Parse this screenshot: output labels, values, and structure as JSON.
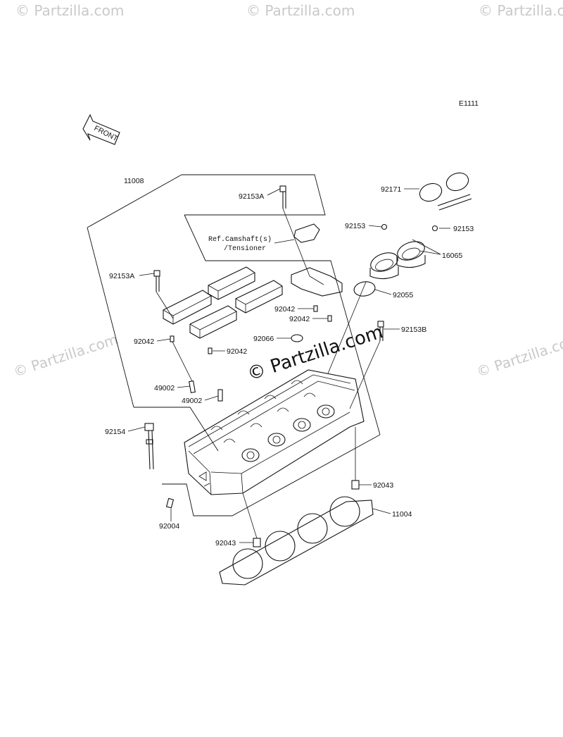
{
  "diagram_code": "E1111",
  "front_arrow_text": "FRONT",
  "watermarks": {
    "corner": "© Partzilla.com",
    "main": "© Partzilla.com"
  },
  "ref_note": {
    "line1": "Ref.Camshaft(s)",
    "line2": "/Tensioner"
  },
  "labels": {
    "l11008": "11008",
    "l92153A_top": "92153A",
    "l92171": "92171",
    "l92153_left": "92153",
    "l92153_right": "92153",
    "l16065": "16065",
    "l92055": "92055",
    "l92153A_left": "92153A",
    "l92042_a": "92042",
    "l92042_b": "92042",
    "l92066": "92066",
    "l92153B": "92153B",
    "l92042_c": "92042",
    "l92042_d": "92042",
    "l49002_a": "49002",
    "l49002_b": "49002",
    "l92154": "92154",
    "l92043_right": "92043",
    "l92004": "92004",
    "l11004": "11004",
    "l92043_left": "92043"
  }
}
